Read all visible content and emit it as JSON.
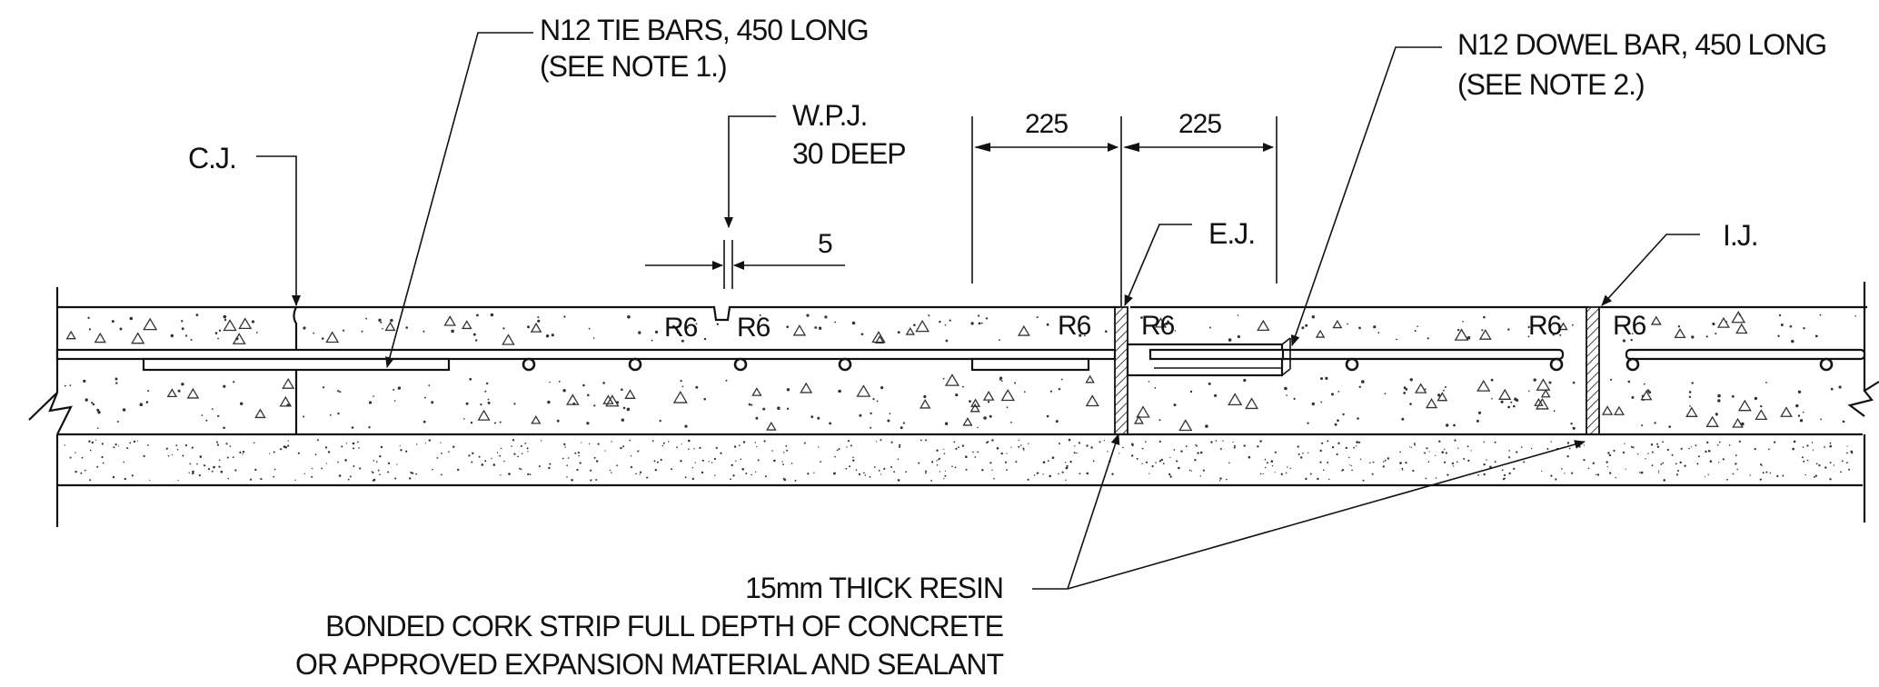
{
  "labels": {
    "tie_bars_line1": "N12 TIE BARS, 450 LONG",
    "tie_bars_line2": "(SEE NOTE 1.)",
    "wpj_line1": "W.P.J.",
    "wpj_line2": "30 DEEP",
    "cj": "C.J.",
    "dowel_line1": "N12 DOWEL BAR, 450 LONG",
    "dowel_line2": "(SEE NOTE 2.)",
    "ej": "E.J.",
    "ij": "I.J.",
    "cork_line1": "15mm THICK RESIN",
    "cork_line2": "BONDED CORK STRIP FULL DEPTH OF CONCRETE",
    "cork_line3": "OR APPROVED EXPANSION MATERIAL AND SEALANT"
  },
  "dimensions": {
    "dim_left": "225",
    "dim_right": "225",
    "groove_width": "5"
  },
  "rebar_labels": {
    "r6_a": "R6",
    "r6_b": "R6",
    "r6_c": "R6",
    "r6_d": "R6",
    "r6_e": "R6",
    "r6_f": "R6"
  }
}
